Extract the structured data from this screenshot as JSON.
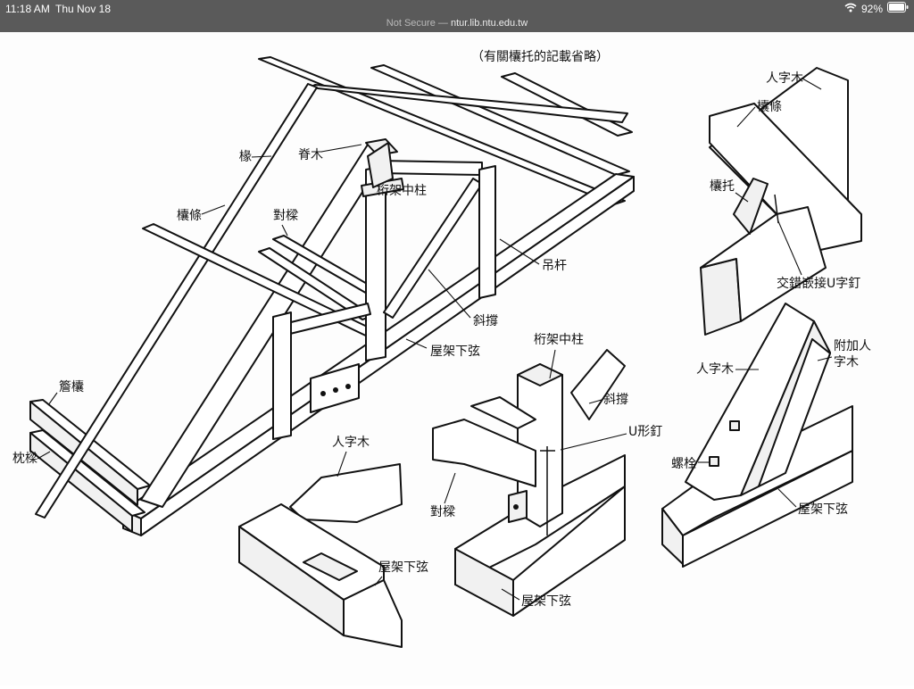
{
  "status_bar": {
    "time": "11:18 AM",
    "date": "Thu Nov 18",
    "battery": "92%",
    "icons": [
      "wifi-icon",
      "battery-icon"
    ]
  },
  "address_bar": {
    "security": "Not Secure",
    "separator": "—",
    "host": "ntur.lib.ntu.edu.tw"
  },
  "figure": {
    "note": "（有關欜托的記載省略）",
    "labels": {
      "rafter": "椽",
      "ridge_wood": "脊木",
      "purlin": "欜條",
      "king_post": "桁架中柱",
      "paired_beam": "對樑",
      "hanger": "吊杆",
      "brace": "斜撐",
      "tie_beam": "屋架下弦",
      "eave_purlin": "簷欜",
      "pillow_beam": "枕樑",
      "detail_a_principal": "人字木",
      "detail_a_purlin": "欜條",
      "detail_a_cleat": "欜托",
      "detail_a_nail": "交錯嵌接U字釘",
      "detail_b_king_post": "桁架中柱",
      "detail_b_brace": "斜撐",
      "detail_b_nail": "U形釘",
      "detail_b_beam": "對樑",
      "detail_b_tie": "屋架下弦",
      "detail_c_principal": "人字木",
      "detail_c_tie": "屋架下弦",
      "detail_d_principal": "人字木",
      "detail_d_extra_line1": "附加人",
      "detail_d_extra_line2": "字木",
      "detail_d_bolt": "螺栓",
      "detail_d_tie": "屋架下弦"
    }
  }
}
